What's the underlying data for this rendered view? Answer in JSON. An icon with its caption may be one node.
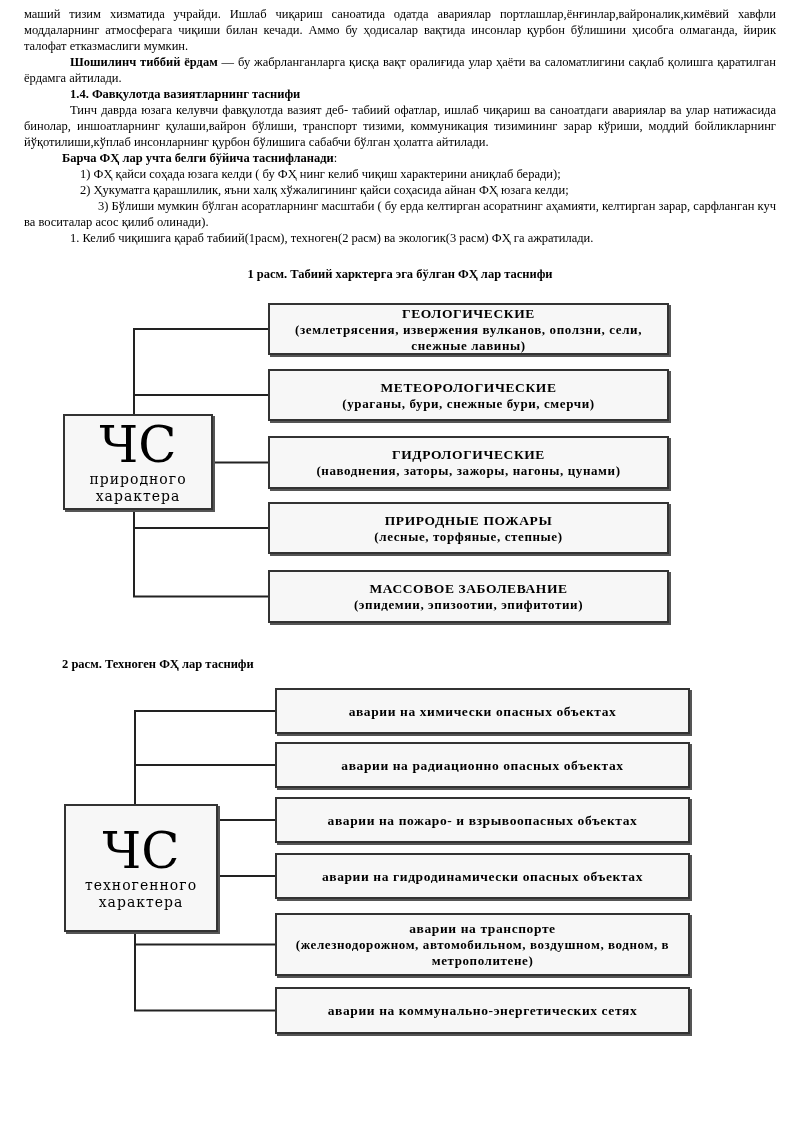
{
  "diagram": {
    "nodes": [
      {
        "text": [
          "ЧС",
          "природного характера"
        ]
      },
      {
        "text": [
          "ГЕОЛОГИЧЕСКИЕ",
          "(землетрясения, извержения вулканов, оползни, сели, снежные лавины)"
        ]
      },
      {
        "text": [
          "МЕТЕОРОЛОГИЧЕСКИЕ",
          "(ураганы, бури, снежные бури, смерчи)"
        ]
      },
      {
        "text": [
          "ГИДРОЛОГИЧЕСКИЕ",
          "(наводнения, заторы, зажоры, нагоны, цунами)"
        ]
      },
      {
        "text": [
          "ПРИРОДНЫЕ ПОЖАРЫ",
          "(лесные, торфяные, степные)"
        ]
      },
      {
        "text": [
          "МАССОВОЕ ЗАБОЛЕВАНИЕ",
          "(эпидемии, эпизоотии, эпифитотии)"
        ]
      },
      {
        "text": [
          "ЧС",
          "техногенного характера"
        ]
      },
      {
        "text": [
          "аварии на химически опасных объектах"
        ]
      },
      {
        "text": [
          "аварии на радиационно опасных объектах"
        ]
      },
      {
        "text": [
          "аварии на пожаро- и взрывоопасных объектах"
        ]
      },
      {
        "text": [
          "аварии на гидродинамически опасных объектах"
        ]
      },
      {
        "text": [
          "аварии на транспорте",
          "(железнодорожном, автомобильном, воздушном, водном, в метрополитене)"
        ]
      },
      {
        "text": [
          "аварии на коммунально-энергетических сетях"
        ]
      }
    ],
    "edges": [
      {
        "from": 0,
        "to": 1,
        "arrow": "none"
      },
      {
        "from": 0,
        "to": 2,
        "arrow": "none"
      },
      {
        "from": 0,
        "to": 3,
        "arrow": "none"
      },
      {
        "from": 0,
        "to": 4,
        "arrow": "none"
      },
      {
        "from": 0,
        "to": 5,
        "arrow": "none"
      },
      {
        "from": 6,
        "to": 7,
        "arrow": "none"
      },
      {
        "from": 6,
        "to": 8,
        "arrow": "none"
      },
      {
        "from": 6,
        "to": 9,
        "arrow": "none"
      },
      {
        "from": 6,
        "to": 10,
        "arrow": "none"
      },
      {
        "from": 6,
        "to": 11,
        "arrow": "none"
      },
      {
        "from": 6,
        "to": 12,
        "arrow": "none"
      }
    ],
    "labels": [
      "маший тизим хизматида учрайди. Ишлаб чиқариш саноатида одатда авариялар портлашлар,ёнғинлар,вайроналик,кимёвий хавфли моддаларнинг атмосферага чиқиши билан кечади.  Аммо бу ҳодисалар вақтида инсонлар қурбон бўлишини ҳисобга олмаганда, йирик талофат етказмаслиги мумкин.",
      "**Шошилинч тиббий ёрдам** — бу жабрланганларга қисқа вақт оралиғида улар ҳаёти ва саломатлигини сақлаб қолишга қаратилган ёрдамга айтилади.",
      "1.4. Фавқулотда вазиятларнинг таснифи",
      "Тинч даврда юзага келувчи фавқулотда вазият деб- табиий офатлар, ишлаб чиқариш ва саноатдаги авариялар ва улар натижасида бинолар, иншоатларнинг қулаши,вайрон бўлиши, транспорт тизими, коммуникация тизимининг зарар кўриши, моддий бойликларнинг йўқотилиши,кўплаб инсонларнинг  қурбон бўлишига сабабчи бўлган ҳолатга айтилади.",
      "**Барча ФҲ лар учта белги бўйича таснифланади**:",
      "1) ФҲ қайси соҳада юзага келди ( бу ФҲ нинг келиб чиқиш характерини аниқлаб беради);",
      "2) Ҳукуматга қарашлилик, яъни халқ хўжалигининг қайси соҳасида айнан ФҲ юзага келди;",
      "3) Бўлиши мумкин бўлган асоратларнинг масштаби ( бу ерда келтирган асоратнинг аҳамияти, келтирган зарар, сарфланган куч ва воситалар асос қилиб олинади).",
      "1. Келиб чиқишига қараб табиий(1расм), техноген(2 расм) ва экологик(3 расм) ФҲ га ажратилади.",
      "1 расм. Табиий харктерга эга бўлган ФҲ лар таснифи",
      "2 расм. Техноген ФҲ лар таснифи"
    ]
  }
}
